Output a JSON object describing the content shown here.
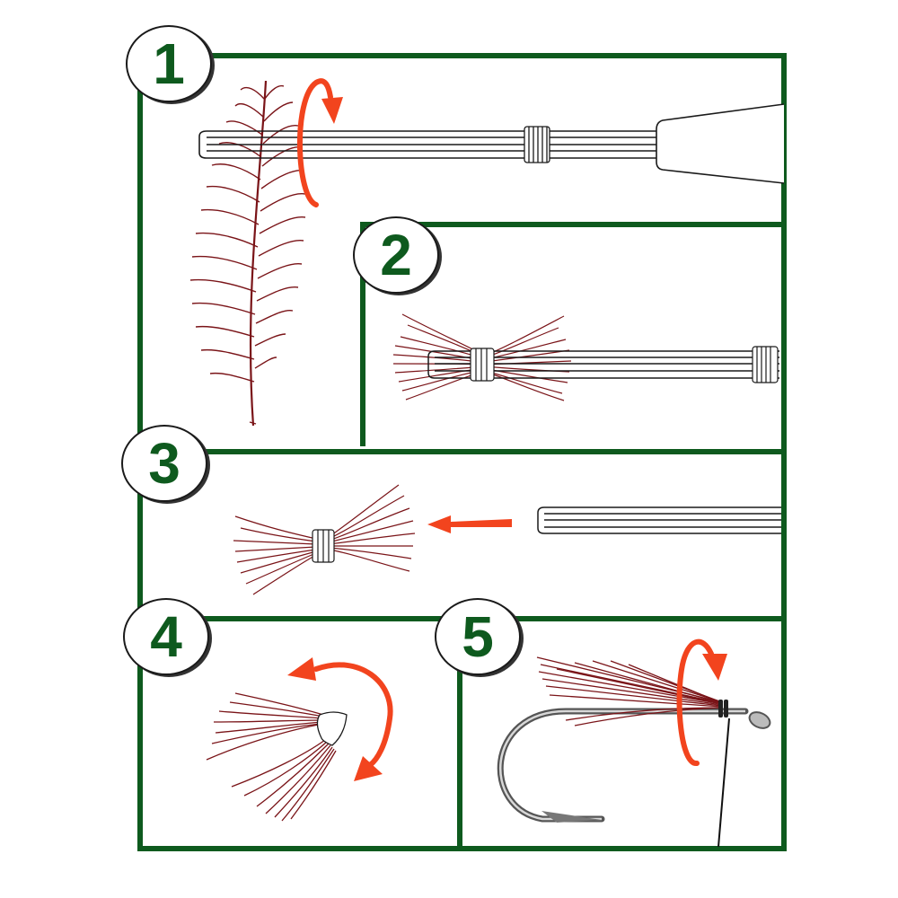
{
  "title": "Fly tying steps: tie feather fibers on a tube, slide off, fold, and bind to hook",
  "colors": {
    "frame": "#0e5a1e",
    "arrow": "#f2441e",
    "fiber": "#7a1418",
    "line": "#1a1a1a"
  },
  "steps": [
    {
      "number": "1",
      "description": "Wrap feather fibers around the tube tip (rotation)"
    },
    {
      "number": "2",
      "description": "Fibers bound onto the tube"
    },
    {
      "number": "3",
      "description": "Slide the bound fiber bundle off the tube"
    },
    {
      "number": "4",
      "description": "Fold the bundle back"
    },
    {
      "number": "5",
      "description": "Tie the folded bundle onto the hook shank with thread (rotation)"
    }
  ],
  "icons": {
    "rotate_arrow": "rotation-arrow-icon",
    "left_arrow": "left-arrow-icon",
    "fold_arrow": "double-curved-arrow-icon"
  }
}
